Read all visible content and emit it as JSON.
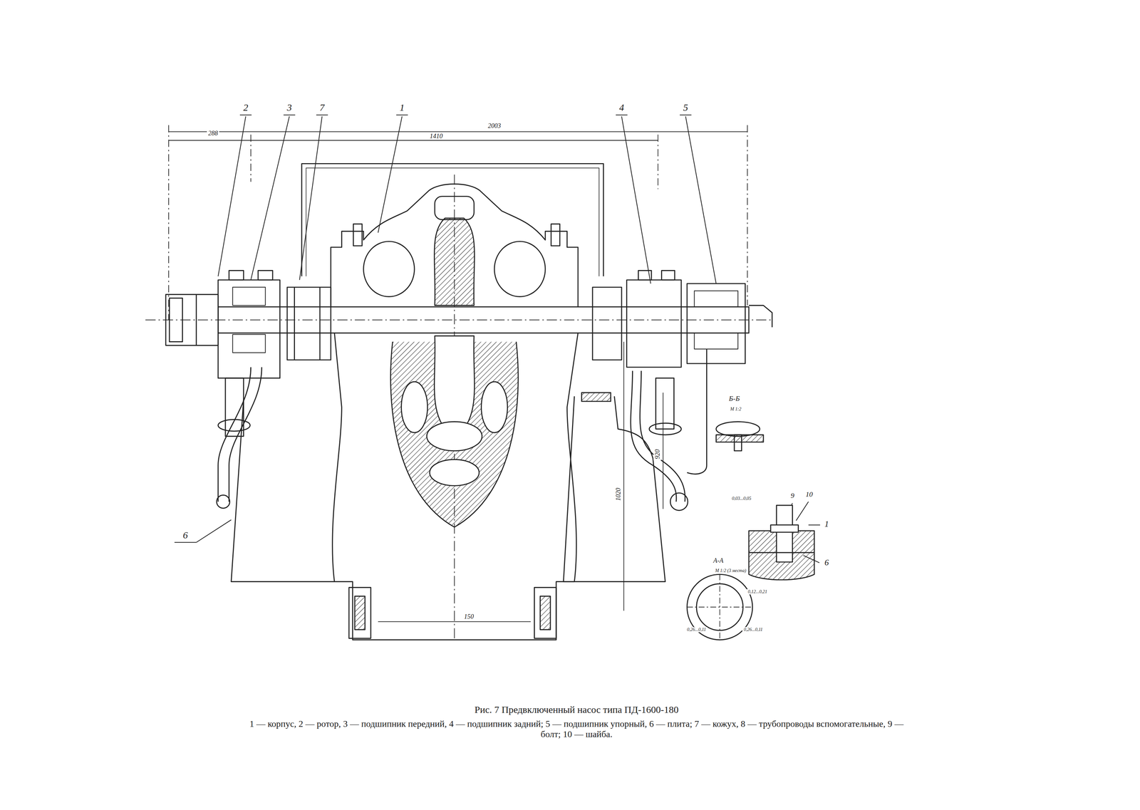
{
  "diagram": {
    "caption": "Рис. 7 Предвключенный насос типа ПД-1600-180",
    "labels": [
      "2",
      "3",
      "7",
      "1",
      "4",
      "5",
      "6",
      "288",
      "1410",
      "2003",
      "150",
      "1020",
      "920",
      "Б-Б",
      "М 1:2",
      "9",
      "10",
      "1",
      "6",
      "0,03...0,05",
      "А-А",
      "М 1:2 (3 места)",
      "0,12...0,21",
      "0,26...0,11",
      "0,26...0,11",
      "1 — корпус, 2 — ротор, 3 — подшипник передний, 4 — подшипник задний; 5 — подшипник упорный, 6 — плита; 7 — кожух, 8 — трубопроводы вспомогательные, 9 — болт; 10 — шайба."
    ]
  }
}
